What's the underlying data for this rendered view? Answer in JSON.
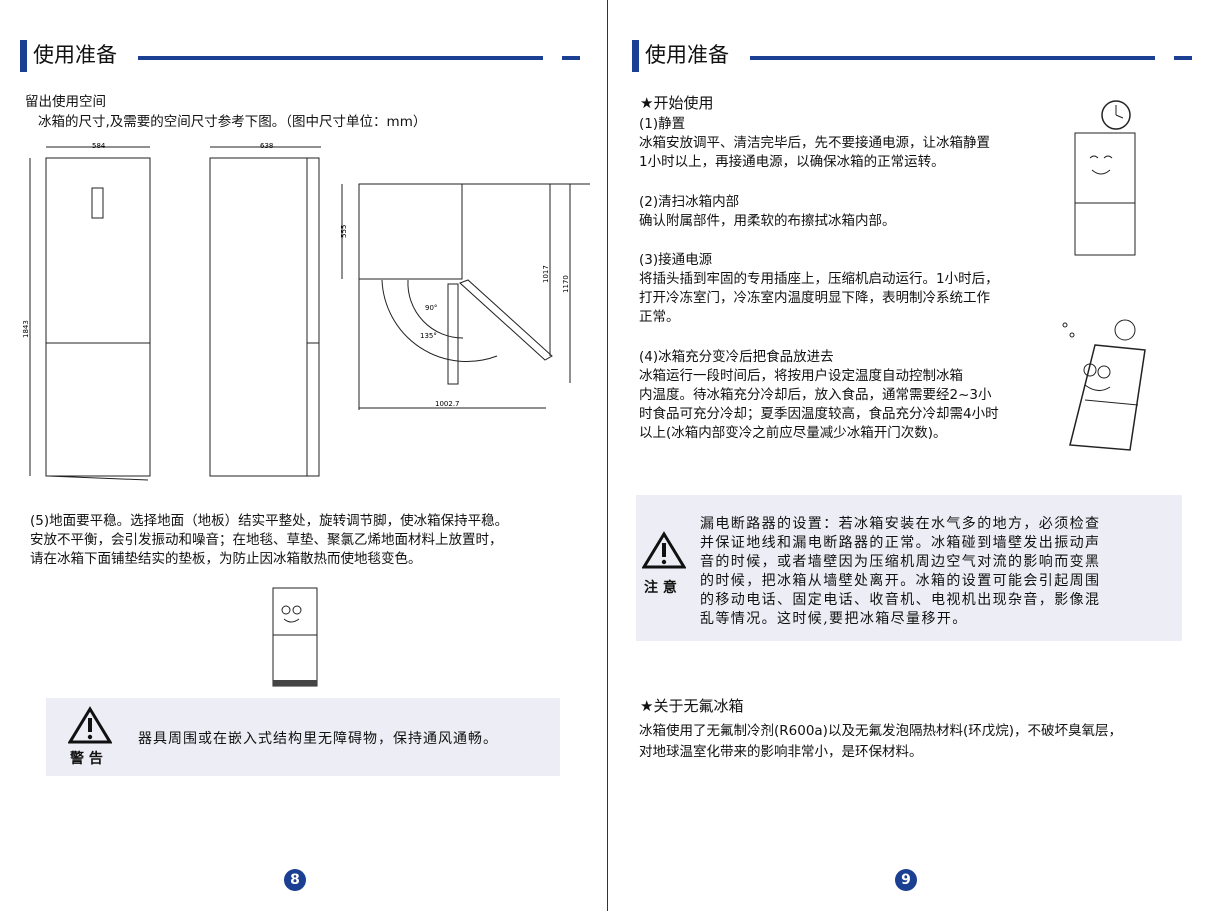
{
  "left": {
    "header": "使用准备",
    "section_title": "留出使用空间",
    "section_desc": "冰箱的尺寸,及需要的空间尺寸参考下图。（图中尺寸单位：mm）",
    "dims": {
      "width": "584",
      "depth": "638",
      "height": "1843",
      "d555": "555",
      "d1017": "1017",
      "d1170": "1170",
      "d1002": "1002.7",
      "a90": "90°",
      "a135": "135°"
    },
    "para5": [
      "(5)地面要平稳。选择地面（地板）结实平整处，旋转调节脚，使冰箱保持平稳。",
      "安放不平衡，会引发振动和噪音；在地毯、草垫、聚氯乙烯地面材料上放置时，",
      "请在冰箱下面铺垫结实的垫板，为防止因冰箱散热而使地毯变色。"
    ],
    "warning_label": "警 告",
    "warning_text": "器具周围或在嵌入式结构里无障碍物，保持通风通畅。",
    "page_number": "8"
  },
  "right": {
    "header": "使用准备",
    "start_title": "★开始使用",
    "steps": [
      {
        "title": "(1)静置",
        "lines": [
          "冰箱安放调平、清洁完毕后，先不要接通电源，让冰箱静置",
          "1小时以上，再接通电源，以确保冰箱的正常运转。"
        ]
      },
      {
        "title": "(2)清扫冰箱内部",
        "lines": [
          "确认附属部件，用柔软的布擦拭冰箱内部。"
        ]
      },
      {
        "title": "(3)接通电源",
        "lines": [
          "将插头插到牢固的专用插座上，压缩机启动运行。1小时后，",
          "打开冷冻室门，冷冻室内温度明显下降，表明制冷系统工作",
          "正常。"
        ]
      },
      {
        "title": "(4)冰箱充分变冷后把食品放进去",
        "lines": [
          "冰箱运行一段时间后，将按用户设定温度自动控制冰箱",
          "内温度。待冰箱充分冷却后，放入食品，通常需要经2~3小",
          "时食品可充分冷却；夏季因温度较高，食品充分冷却需4小时",
          "以上(冰箱内部变冷之前应尽量减少冰箱开门次数)。"
        ]
      }
    ],
    "caution_label": "注 意",
    "caution_lines": [
      "漏电断路器的设置：若冰箱安装在水气多的地方，必须检查",
      "并保证地线和漏电断路器的正常。冰箱碰到墙壁发出振动声",
      "音的时候，或者墙壁因为压缩机周边空气对流的影响而变黑",
      "的时候，把冰箱从墙壁处离开。冰箱的设置可能会引起周围",
      "的移动电话、固定电话、收音机、电视机出现杂音，影像混",
      "乱等情况。这时候,要把冰箱尽量移开。"
    ],
    "cfc_title": "★关于无氟冰箱",
    "cfc_lines": [
      "冰箱使用了无氟制冷剂(R600a)以及无氟发泡隔热材料(环戊烷)，不破坏臭氧层，",
      "对地球温室化带来的影响非常小，是环保材料。"
    ],
    "page_number": "9"
  }
}
